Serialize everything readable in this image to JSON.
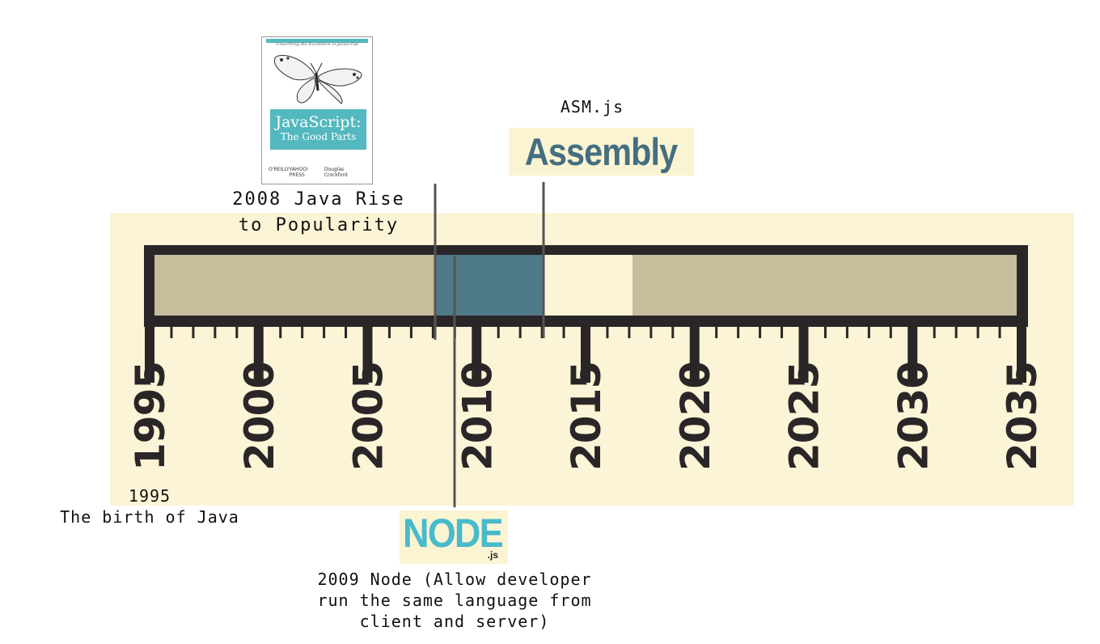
{
  "years": [
    "1995",
    "2000",
    "2005",
    "2010",
    "2015",
    "2020",
    "2025",
    "2030",
    "2035"
  ],
  "book": {
    "tagline": "Unearthing the Excellence in JavaScript",
    "title_line1": "JavaScript:",
    "title_line2": "The Good Parts",
    "publisher": "O'REILLY",
    "partner": "YAHOO! PRESS",
    "author": "Douglas Crockford",
    "icon": "butterfly-illustration"
  },
  "events": {
    "java_rise": {
      "line1": "2008 Java Rise",
      "line2": "to Popularity"
    },
    "asm_js": {
      "label": "ASM.js",
      "logo_text": "Assembly"
    },
    "java_birth": {
      "line1": "1995",
      "line2": "The birth of Java"
    },
    "node": {
      "logo_text": "NODE",
      "logo_suffix": ".js",
      "line1": "2009 Node (Allow developer",
      "line2": "run the same language from",
      "line3": "client and server)"
    }
  },
  "colors": {
    "band": "#fcf4d6",
    "frame": "#2a2628",
    "bar_fill": "#c7bd9c",
    "highlight_blue": "#4f7a8a",
    "highlight_cream": "#fcf4d6",
    "book_accent": "#53b8bf",
    "assembly_text": "#456e80",
    "node_text": "#48bacb"
  }
}
